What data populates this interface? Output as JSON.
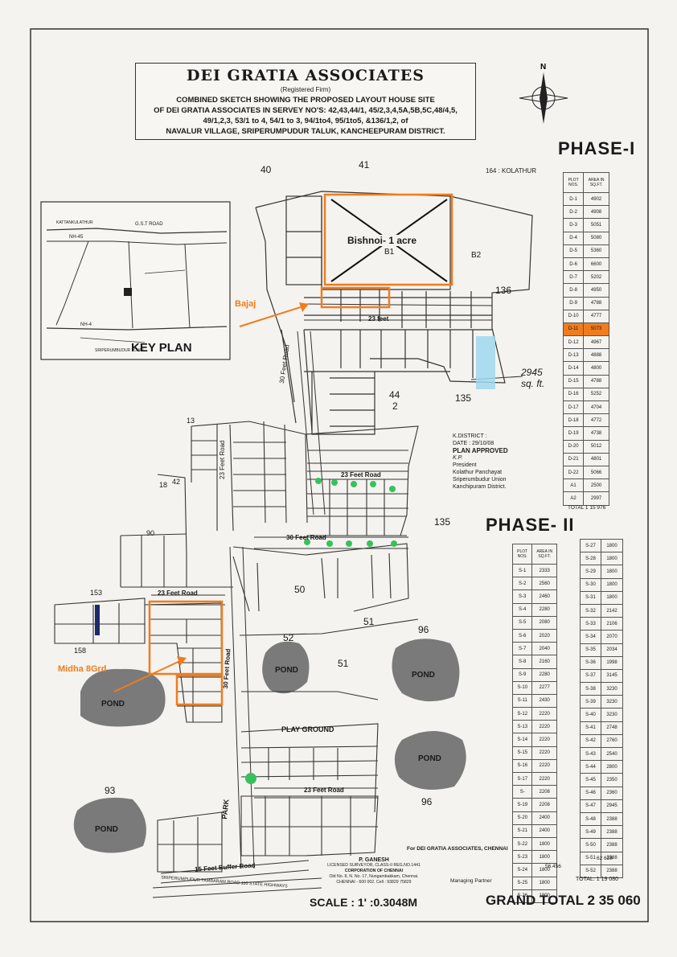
{
  "header": {
    "firm": "DEI GRATIA ASSOCIATES",
    "registered": "(Registered Firm)",
    "desc_lines": [
      "COMBINED SKETCH SHOWING THE PROPOSED LAYOUT HOUSE SITE",
      "OF DEI GRATIA ASSOCIATES  IN SERVEY NO'S: 42,43,44/1, 45/2,3,4,5A,5B,5C,48/4,5,",
      "49/1,2,3, 53/1 to 4, 54/1 to 3,  94/1to4, 95/1to5, &136/1,2, of",
      "NAVALUR VILLAGE, SRIPERUMPUDUR TALUK, KANCHEEPURAM DISTRICT."
    ]
  },
  "phase1": {
    "title": "PHASE-I",
    "col_plot": "PLOT NOS.",
    "col_area": "AREA IN SQ.FT.",
    "rows": [
      [
        "D-1",
        "4902"
      ],
      [
        "D-2",
        "4908"
      ],
      [
        "D-3",
        "5051"
      ],
      [
        "D-4",
        "5080"
      ],
      [
        "D-5",
        "5360"
      ],
      [
        "D-6",
        "6600"
      ],
      [
        "D-7",
        "5202"
      ],
      [
        "D-8",
        "4950"
      ],
      [
        "D-9",
        "4788"
      ],
      [
        "D-10",
        "4777"
      ],
      [
        "D-11",
        "5073"
      ],
      [
        "D-12",
        "4967"
      ],
      [
        "D-13",
        "4888"
      ],
      [
        "D-14",
        "4800"
      ],
      [
        "D-15",
        "4788"
      ],
      [
        "D-16",
        "5252"
      ],
      [
        "D-17",
        "4704"
      ],
      [
        "D-18",
        "4772"
      ],
      [
        "D-19",
        "4738"
      ],
      [
        "D-20",
        "5012"
      ],
      [
        "D-21",
        "4801"
      ],
      [
        "D-22",
        "5066"
      ],
      [
        "A1",
        "2500"
      ],
      [
        "A2",
        "2997"
      ]
    ],
    "highlight_plot": "D-11",
    "total": "TOTAL  1 15 976"
  },
  "phase2": {
    "title": "PHASE- II",
    "col_plot": "PLOT NOS.",
    "col_area": "AREA IN SQ.FT.",
    "left_rows": [
      [
        "S-1",
        "2333"
      ],
      [
        "S-2",
        "2560"
      ],
      [
        "S-3",
        "2460"
      ],
      [
        "S-4",
        "2280"
      ],
      [
        "S-5",
        "2080"
      ],
      [
        "S-6",
        "2020"
      ],
      [
        "S-7",
        "2040"
      ],
      [
        "S-8",
        "2160"
      ],
      [
        "S-9",
        "2280"
      ],
      [
        "S-10",
        "2277"
      ],
      [
        "S-11",
        "2430"
      ],
      [
        "S-12",
        "2220"
      ],
      [
        "S-13",
        "2220"
      ],
      [
        "S-14",
        "2220"
      ],
      [
        "S-15",
        "2220"
      ],
      [
        "S-16",
        "2220"
      ],
      [
        "S-17",
        "2220"
      ],
      [
        "S-",
        "2208"
      ],
      [
        "S-19",
        "2208"
      ],
      [
        "S-20",
        "2400"
      ],
      [
        "S-21",
        "2400"
      ],
      [
        "S-22",
        "1800"
      ],
      [
        "S-23",
        "1800"
      ],
      [
        "S-24",
        "1800"
      ],
      [
        "S-25",
        "1800"
      ],
      [
        "S-26",
        "1800"
      ]
    ],
    "left_total": "56.456",
    "right_rows": [
      [
        "S-27",
        "1800"
      ],
      [
        "S-28",
        "1800"
      ],
      [
        "S-29",
        "1800"
      ],
      [
        "S-30",
        "1800"
      ],
      [
        "S-31",
        "1800"
      ],
      [
        "S-32",
        "2142"
      ],
      [
        "S-33",
        "2106"
      ],
      [
        "S-34",
        "2070"
      ],
      [
        "S-35",
        "2034"
      ],
      [
        "S-36",
        "1998"
      ],
      [
        "S-37",
        "3145"
      ],
      [
        "S-38",
        "3230"
      ],
      [
        "S-39",
        "3230"
      ],
      [
        "S-40",
        "3230"
      ],
      [
        "S-41",
        "2748"
      ],
      [
        "S-42",
        "2760"
      ],
      [
        "S-43",
        "2540"
      ],
      [
        "S-44",
        "2800"
      ],
      [
        "S-45",
        "2350"
      ],
      [
        "S-46",
        "2360"
      ],
      [
        "S-47",
        "2945"
      ],
      [
        "S-48",
        "2388"
      ],
      [
        "S-49",
        "2388"
      ],
      [
        "S-50",
        "2388"
      ],
      [
        "S-51",
        "2388"
      ],
      [
        "S-52",
        "2388"
      ]
    ],
    "right_total": "62 628",
    "total": "TOTAL: 1 19 080"
  },
  "grand_total": "GRAND TOTAL 2 35 060",
  "scale": "SCALE : 1' :0.3048M",
  "key_plan": {
    "title": "KEY PLAN",
    "roads": [
      "G.S.T ROAD",
      "NH-45",
      "NH-4",
      "SRIPERUMBUDUR TOWN",
      "KATTANKULATHUR"
    ]
  },
  "annotations": {
    "bishnoi": "Bishnoi- 1 acre",
    "bajaj": "Bajaj",
    "midha": "Midha 8Grd",
    "sqft_note": "2945 sq. ft.",
    "kolathur": "164 : KOLATHUR",
    "accent": "#f07c1e"
  },
  "survey_numbers": [
    "40",
    "41",
    "136",
    "135",
    "44",
    "2",
    "135",
    "50",
    "51",
    "52",
    "51",
    "96",
    "93",
    "96",
    "153",
    "158",
    "90",
    "13",
    "18",
    "42"
  ],
  "roads": {
    "feet30_a": "30 Feet Road",
    "feet30_b": "30 Feet Road",
    "feet30_c": "30 Feet Road",
    "feet23_a": "23 feet",
    "feet23_b": "23 Feet Road",
    "feet23_c": "23 Feet Road",
    "feet23_d": "23 Feet Road",
    "feet23_e": "23 Feet Road",
    "buffer": "15 Feet Buffer Road",
    "highway": "SRIPERUMPUDUR  TAMBARAM ROAD  110 STATE HIGHWAYS",
    "park": "PARK",
    "playground": "PLAY GROUND"
  },
  "ponds": [
    "POND",
    "POND",
    "POND",
    "POND",
    "POND"
  ],
  "plots_top": {
    "b1": "B1",
    "b2": "B2"
  },
  "stamp": {
    "lines": [
      "K.DISTRICT :",
      "DATE       : 29/10/08",
      "PLAN APPROVED",
      "K.P.",
      "President",
      "Kolathur Panchayat",
      "Sriperumbudur Union",
      "Kanchipuram District."
    ]
  },
  "surveyor": {
    "lines": [
      "P. GANESH",
      "LICENSED SURVEYOR, CLASS-II  REG.NO.1441",
      "CORPORATION OF CHENNAI",
      "Old No. 8, N. No. 17, Nungambakkam, Chennai.",
      "CHENNAI - 600 002.  Cell : 93829 75829"
    ],
    "for_line": "For DEI GRATIA ASSOCIATES, CHENNAI",
    "partner": "Managing Partner"
  }
}
